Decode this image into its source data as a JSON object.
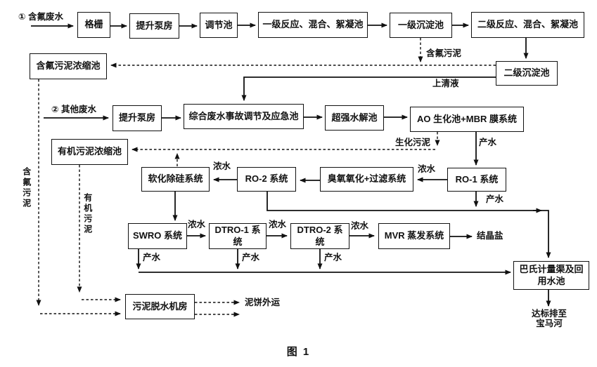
{
  "figure": {
    "caption": "图 1"
  },
  "nodes": {
    "grate": "格栅",
    "pump1": "提升泵房",
    "regulating": "调节池",
    "react1": "一级反应、混合、絮凝池",
    "sed1": "一级沉淀池",
    "react2": "二级反应、混合、絮凝池",
    "fluoride_thickener": "含氟污泥浓缩池",
    "sed2": "二级沉淀池",
    "pump2": "提升泵房",
    "comprehensive": "综合废水事故调节及应急池",
    "hydrolysis": "超强水解池",
    "ao_mbr": "AO 生化池+MBR 膜系统",
    "organic_thickener": "有机污泥浓缩池",
    "softening": "软化除硅系统",
    "ro2": "RO-2 系统",
    "ozone": "臭氧氧化+过滤系统",
    "ro1": "RO-1 系统",
    "swro": "SWRO 系统",
    "dtro1": "DTRO-1 系统",
    "dtro2": "DTRO-2 系统",
    "mvr": "MVR 蒸发系统",
    "pasteur": "巴氏计量渠及回用水池",
    "dewatering": "污泥脱水机房"
  },
  "streams": {
    "influent1": "① 含氟废水",
    "influent2": "② 其他废水",
    "fluoride_sludge": "含氟污泥",
    "supernatant": "上清液",
    "bio_sludge": "生化污泥",
    "organic_sludge": "有机污泥",
    "product_water": "产水",
    "concentrate": "浓水",
    "crystal_salt": "结晶盐",
    "sludge_cake_out": "泥饼外运",
    "discharge_line1": "达标排至",
    "discharge_line2": "宝马河"
  },
  "colors": {
    "line": "#111111",
    "background": "#ffffff"
  }
}
